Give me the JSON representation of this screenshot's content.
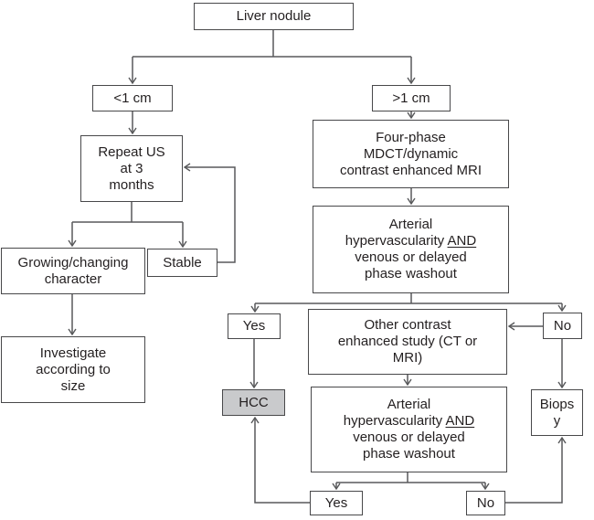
{
  "nodes": {
    "liver_nodule": {
      "label": "Liver nodule"
    },
    "lt1cm": {
      "label": "<1 cm"
    },
    "gt1cm": {
      "label": ">1 cm"
    },
    "repeat_us": {
      "label": "Repeat US\nat 3\nmonths"
    },
    "four_phase": {
      "label": "Four-phase\nMDCT/dynamic\ncontrast enhanced MRI"
    },
    "arterial1": {
      "pre": "Arterial\nhypervascularity ",
      "and": "AND",
      "post": "\nvenous or delayed\nphase washout"
    },
    "growing": {
      "label": "Growing/changing\ncharacter"
    },
    "stable": {
      "label": "Stable"
    },
    "investigate": {
      "label": "Investigate\naccording to\nsize"
    },
    "yes1": {
      "label": "Yes"
    },
    "no1": {
      "label": "No"
    },
    "other_contrast": {
      "label": "Other contrast\nenhanced study (CT or\nMRI)"
    },
    "hcc": {
      "label": "HCC"
    },
    "arterial2": {
      "pre": "Arterial\nhypervascularity ",
      "and": "AND",
      "post": "\nvenous or delayed\nphase washout"
    },
    "biopsy": {
      "label": "Biopsy"
    },
    "yes2": {
      "label": "Yes"
    },
    "no2": {
      "label": "No"
    }
  },
  "edges": [
    {
      "from": "liver_nodule",
      "to": "lt1cm"
    },
    {
      "from": "liver_nodule",
      "to": "gt1cm"
    },
    {
      "from": "lt1cm",
      "to": "repeat_us"
    },
    {
      "from": "repeat_us",
      "to": "growing"
    },
    {
      "from": "repeat_us",
      "to": "stable"
    },
    {
      "from": "stable",
      "to": "repeat_us"
    },
    {
      "from": "growing",
      "to": "investigate"
    },
    {
      "from": "gt1cm",
      "to": "four_phase"
    },
    {
      "from": "four_phase",
      "to": "arterial1"
    },
    {
      "from": "arterial1",
      "to": "yes1"
    },
    {
      "from": "arterial1",
      "to": "no1"
    },
    {
      "from": "yes1",
      "to": "hcc"
    },
    {
      "from": "no1",
      "to": "other_contrast"
    },
    {
      "from": "no1",
      "to": "biopsy"
    },
    {
      "from": "other_contrast",
      "to": "arterial2"
    },
    {
      "from": "arterial2",
      "to": "yes2"
    },
    {
      "from": "arterial2",
      "to": "no2"
    },
    {
      "from": "yes2",
      "to": "hcc"
    },
    {
      "from": "no2",
      "to": "biopsy"
    }
  ],
  "colors": {
    "line": "#58595b",
    "border": "#48484a",
    "text": "#231f20",
    "hcc_fill": "#c9cacc",
    "background": "#ffffff"
  }
}
